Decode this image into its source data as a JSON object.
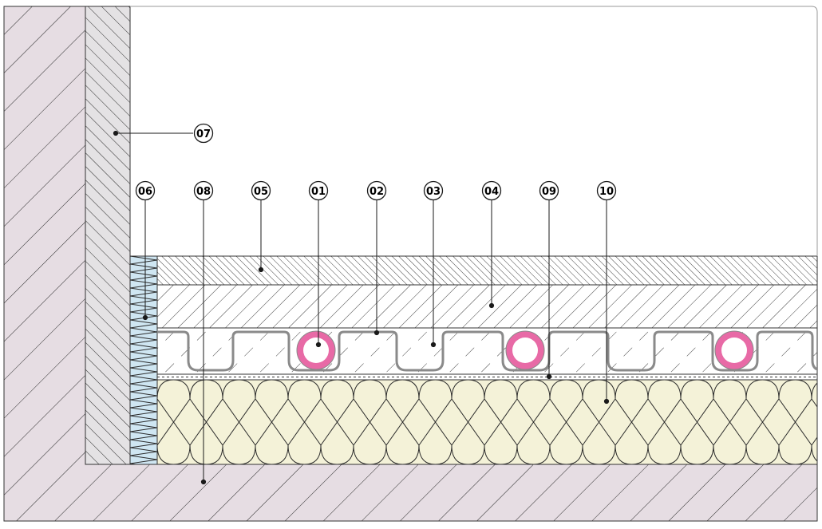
{
  "labels": {
    "l01": "01",
    "l02": "02",
    "l03": "03",
    "l04": "04",
    "l05": "05",
    "l06": "06",
    "l07": "07",
    "l08": "08",
    "l09": "09",
    "l10": "10"
  },
  "colors": {
    "concrete_fill": "#e6dde3",
    "wall_inner_fill": "#e4e2e4",
    "edge_strip_fill": "#cfe6f2",
    "insulation_fill": "#f4f2d8",
    "pipe_color": "#e86aa6",
    "tile_fill": "#ffffff",
    "line": "#1a1a1a",
    "membrane": "#8a8a8a"
  },
  "icons": {
    "leader_dot": "filled-circle"
  }
}
